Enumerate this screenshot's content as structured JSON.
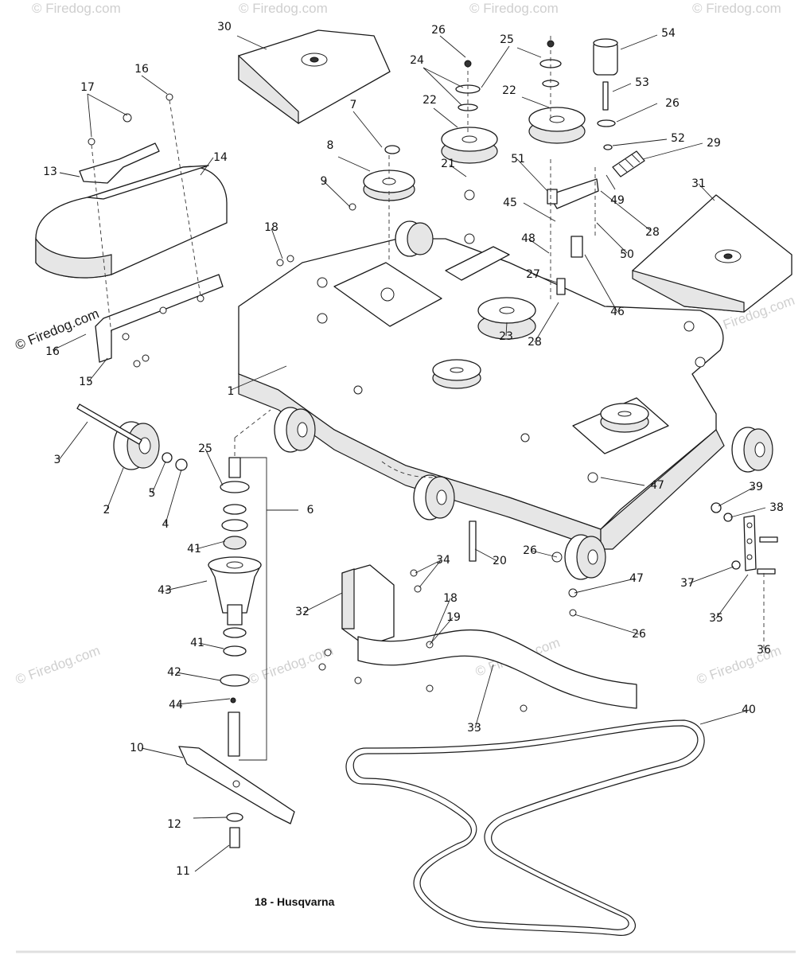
{
  "caption": "18 - Husqvarna",
  "watermark": {
    "brand": "© Firedog.com",
    "faint": "© Firedog.com"
  },
  "callouts": [
    {
      "id": "c30",
      "label": "30"
    },
    {
      "id": "c26a",
      "label": "26"
    },
    {
      "id": "c25a",
      "label": "25"
    },
    {
      "id": "c54",
      "label": "54"
    },
    {
      "id": "c24",
      "label": "24"
    },
    {
      "id": "c16a",
      "label": "16"
    },
    {
      "id": "c53",
      "label": "53"
    },
    {
      "id": "c17",
      "label": "17"
    },
    {
      "id": "c22a",
      "label": "22"
    },
    {
      "id": "c22b",
      "label": "22"
    },
    {
      "id": "c7",
      "label": "7"
    },
    {
      "id": "c26b",
      "label": "26"
    },
    {
      "id": "c52",
      "label": "52"
    },
    {
      "id": "c29",
      "label": "29"
    },
    {
      "id": "c8",
      "label": "8"
    },
    {
      "id": "c14",
      "label": "14"
    },
    {
      "id": "c13",
      "label": "13"
    },
    {
      "id": "c21",
      "label": "21"
    },
    {
      "id": "c51",
      "label": "51"
    },
    {
      "id": "c9",
      "label": "9"
    },
    {
      "id": "c31",
      "label": "31"
    },
    {
      "id": "c49",
      "label": "49"
    },
    {
      "id": "c45",
      "label": "45"
    },
    {
      "id": "c28a",
      "label": "28"
    },
    {
      "id": "c18a",
      "label": "18"
    },
    {
      "id": "c48",
      "label": "48"
    },
    {
      "id": "c50",
      "label": "50"
    },
    {
      "id": "c27",
      "label": "27"
    },
    {
      "id": "c46",
      "label": "46"
    },
    {
      "id": "c16b",
      "label": "16"
    },
    {
      "id": "c28b",
      "label": "28"
    },
    {
      "id": "c23",
      "label": "23"
    },
    {
      "id": "c15",
      "label": "15"
    },
    {
      "id": "c1",
      "label": "1"
    },
    {
      "id": "c3",
      "label": "3"
    },
    {
      "id": "c25b",
      "label": "25"
    },
    {
      "id": "c6",
      "label": "6"
    },
    {
      "id": "c2",
      "label": "2"
    },
    {
      "id": "c5",
      "label": "5"
    },
    {
      "id": "c4",
      "label": "4"
    },
    {
      "id": "c47a",
      "label": "47"
    },
    {
      "id": "c39",
      "label": "39"
    },
    {
      "id": "c38",
      "label": "38"
    },
    {
      "id": "c41a",
      "label": "41"
    },
    {
      "id": "c26c",
      "label": "26"
    },
    {
      "id": "c20",
      "label": "20"
    },
    {
      "id": "c34",
      "label": "34"
    },
    {
      "id": "c43",
      "label": "43"
    },
    {
      "id": "c47b",
      "label": "47"
    },
    {
      "id": "c37",
      "label": "37"
    },
    {
      "id": "c32",
      "label": "32"
    },
    {
      "id": "c18b",
      "label": "18"
    },
    {
      "id": "c19",
      "label": "19"
    },
    {
      "id": "c26d",
      "label": "26"
    },
    {
      "id": "c35",
      "label": "35"
    },
    {
      "id": "c41b",
      "label": "41"
    },
    {
      "id": "c36",
      "label": "36"
    },
    {
      "id": "c42",
      "label": "42"
    },
    {
      "id": "c44",
      "label": "44"
    },
    {
      "id": "c40",
      "label": "40"
    },
    {
      "id": "c33",
      "label": "33"
    },
    {
      "id": "c10",
      "label": "10"
    },
    {
      "id": "c12",
      "label": "12"
    },
    {
      "id": "c11",
      "label": "11"
    }
  ]
}
